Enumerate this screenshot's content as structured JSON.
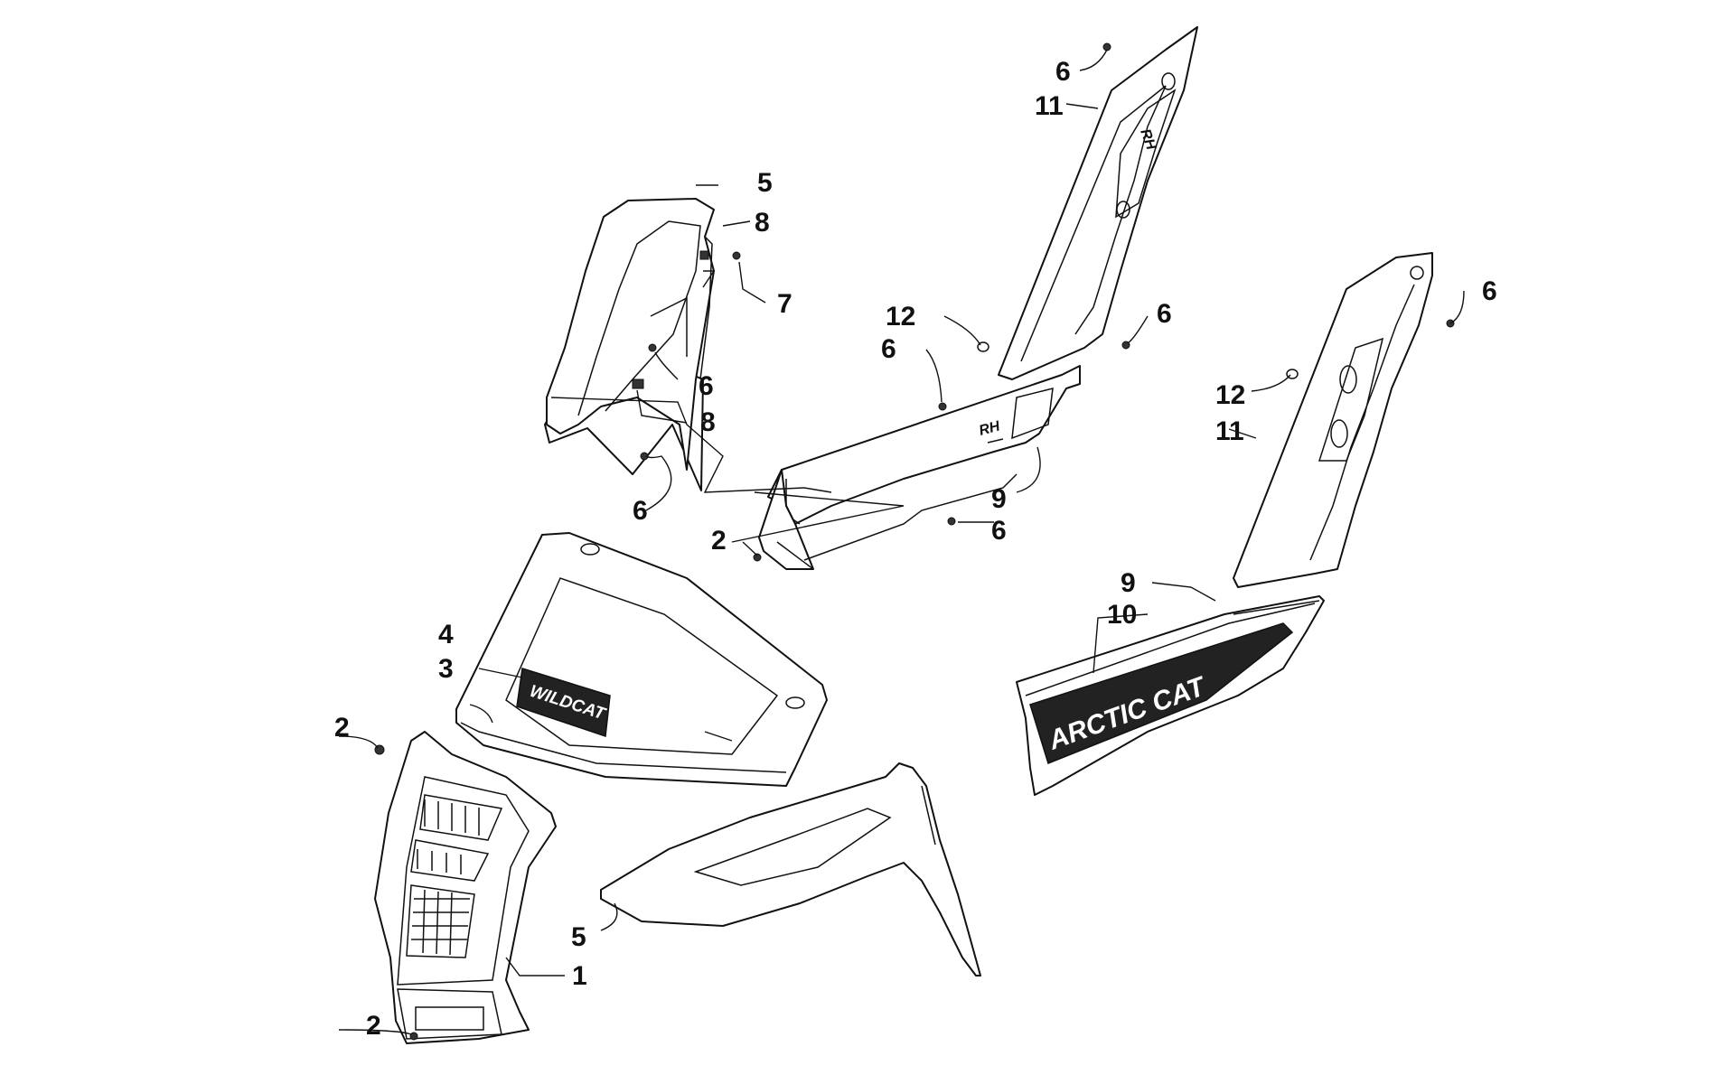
{
  "diagram": {
    "callouts": {
      "c1": "1",
      "c2a": "2",
      "c2b": "2",
      "c2c": "2",
      "c3": "3",
      "c4": "4",
      "c5a": "5",
      "c5b": "5",
      "c6a": "6",
      "c6b": "6",
      "c6c": "6",
      "c6d": "6",
      "c6e": "6",
      "c6f": "6",
      "c6g": "6",
      "c7": "7",
      "c8a": "8",
      "c8b": "8",
      "c9a": "9",
      "c9b": "9",
      "c10": "10",
      "c11a": "11",
      "c11b": "11",
      "c12a": "12",
      "c12b": "12"
    },
    "decals": {
      "side_panel": "ARCTIC CAT",
      "hood": "WILDCAT",
      "rh_tag_panel": "RH",
      "rh_tag_upright": "RH"
    },
    "colors": {
      "line": "#111111",
      "decal_fill": "#222222",
      "background": "#ffffff"
    }
  }
}
